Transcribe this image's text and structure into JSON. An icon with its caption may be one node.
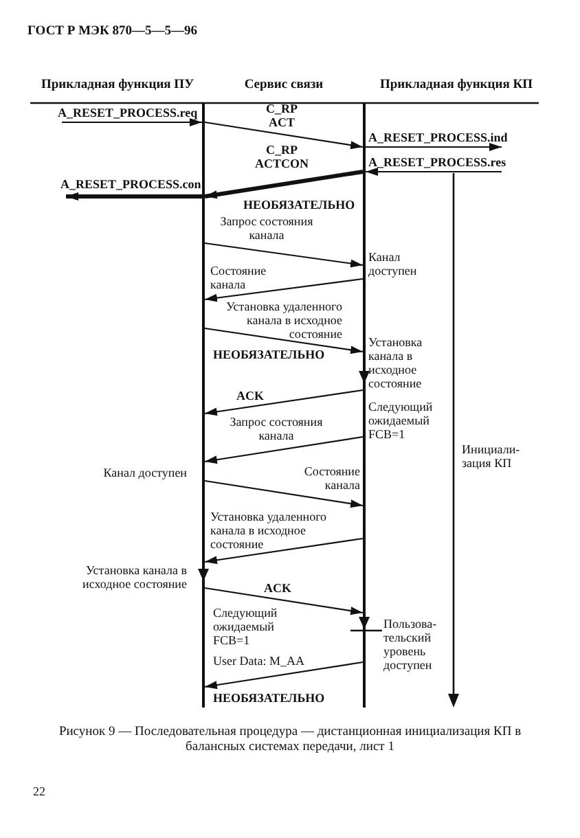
{
  "diagram": {
    "caption": "Рисунок 9 — Последовательная процедура — дистанционная инициализация КП в балансных системах передачи, лист 1",
    "nodes": [
      {
        "text": [],
        "shape": "bar"
      },
      {
        "text": [],
        "shape": "bar"
      }
    ],
    "edges": [
      {
        "from": null,
        "to": 0,
        "arrow": "to",
        "label": "A_RESET_PROCESS.req"
      },
      {
        "from": 0,
        "to": 1,
        "arrow": "to",
        "label": "C_RP ACT"
      },
      {
        "from": 1,
        "to": null,
        "arrow": "to",
        "label": "A_RESET_PROCESS.ind"
      },
      {
        "from": null,
        "to": 1,
        "arrow": "to",
        "label": "A_RESET_PROCESS.res"
      },
      {
        "from": 1,
        "to": 0,
        "arrow": "to",
        "label": "C_RP ACTCON",
        "style": "thick"
      },
      {
        "from": 0,
        "to": null,
        "arrow": "to",
        "label": "A_RESET_PROCESS.con",
        "style": "thick"
      },
      {
        "from": 0,
        "to": 1,
        "arrow": "to",
        "label": "Запрос состояния канала"
      },
      {
        "from": 1,
        "to": 0,
        "arrow": "to",
        "label": "Состояние канала"
      },
      {
        "from": 0,
        "to": 1,
        "arrow": "to",
        "label": "Установка удаленного канала в исходное состояние"
      },
      {
        "from": 1,
        "to": 0,
        "arrow": "to",
        "label": "ACK"
      },
      {
        "from": 1,
        "to": 0,
        "arrow": "to",
        "label": "Запрос состояния канала"
      },
      {
        "from": 0,
        "to": 1,
        "arrow": "to",
        "label": "Состояние канала"
      },
      {
        "from": 1,
        "to": 0,
        "arrow": "to",
        "label": "Установка удаленного канала в исходное состояние"
      },
      {
        "from": 0,
        "to": 1,
        "arrow": "to",
        "label": "ACK"
      },
      {
        "from": 1,
        "to": 0,
        "arrow": "to",
        "label": "User Data: M_AA"
      }
    ],
    "labels": [
      "ГОСТ Р МЭК 870—5—5—96",
      "Прикладная функция ПУ",
      "Сервис связи",
      "Прикладная функция КП",
      "НЕОБЯЗАТЕЛЬНО",
      "Канал доступен",
      "Установка канала в исходное состояние",
      "НЕОБЯЗАТЕЛЬНО",
      "Следующий ожидаемый FCB=1",
      "Инициали- зация КП",
      "Канал доступен",
      "Установка канала в исходное состояние",
      "Следующий ожидаемый FCB=1",
      "Пользова- тельский уровень доступен",
      "НЕОБЯЗАТЕЛЬНО",
      "22"
    ]
  }
}
